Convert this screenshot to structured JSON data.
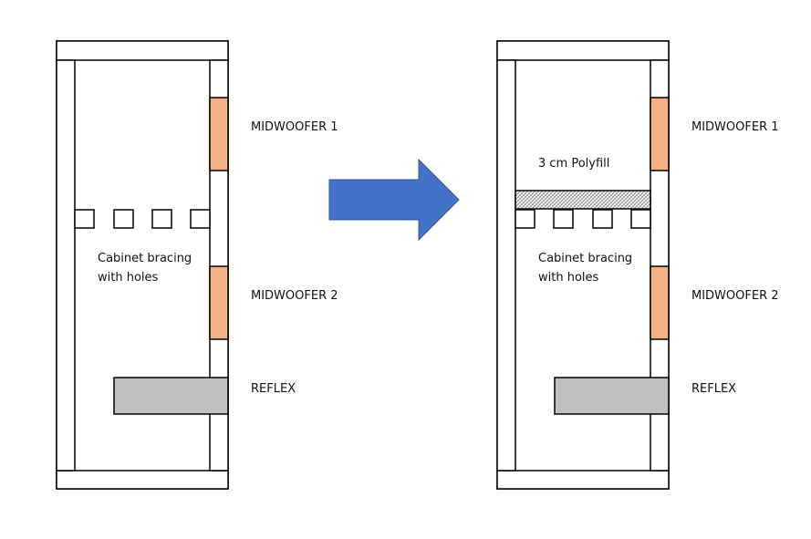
{
  "colors": {
    "outline": "#000000",
    "driver": "#f4b183",
    "reflex": "#bfbfbf",
    "arrow": "#4472c4",
    "arrow_stroke": "#2f5597",
    "polyfill_hatch": "#7f7f7f"
  },
  "left_cabinet": {
    "midwoofer_1": "MIDWOOFER 1",
    "midwoofer_2": "MIDWOOFER 2",
    "reflex": "REFLEX",
    "bracing_line1": "Cabinet bracing",
    "bracing_line2": "with holes"
  },
  "right_cabinet": {
    "midwoofer_1": "MIDWOOFER 1",
    "midwoofer_2": "MIDWOOFER 2",
    "reflex": "REFLEX",
    "bracing_line1": "Cabinet bracing",
    "bracing_line2": "with holes",
    "polyfill": "3 cm Polyfill"
  },
  "arrow_icon": "right-arrow-icon"
}
